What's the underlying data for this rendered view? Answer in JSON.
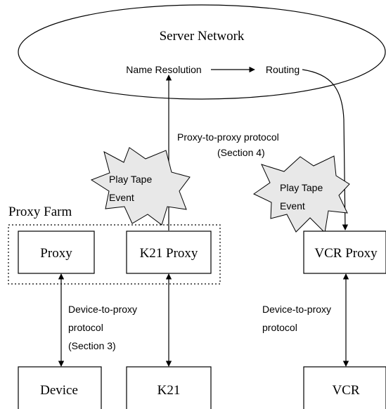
{
  "server_network": {
    "title": "Server Network",
    "name_resolution": "Name Resolution",
    "routing": "Routing"
  },
  "proxy_protocol": {
    "line1": "Proxy-to-proxy  protocol",
    "line2": "(Section 4)"
  },
  "events": [
    {
      "line1": "Play Tape",
      "line2": "Event"
    },
    {
      "line1": "Play Tape",
      "line2": "Event"
    }
  ],
  "proxy_farm": {
    "label": "Proxy Farm"
  },
  "proxies": {
    "proxy": "Proxy",
    "k21_proxy": "K21 Proxy",
    "vcr_proxy": "VCR Proxy"
  },
  "device_protocol_left": {
    "line1": "Device-to-proxy",
    "line2": "protocol",
    "line3": "(Section 3)"
  },
  "device_protocol_right": {
    "line1": "Device-to-proxy",
    "line2": "protocol"
  },
  "devices": {
    "device": "Device",
    "k21": "K21",
    "vcr": "VCR"
  }
}
